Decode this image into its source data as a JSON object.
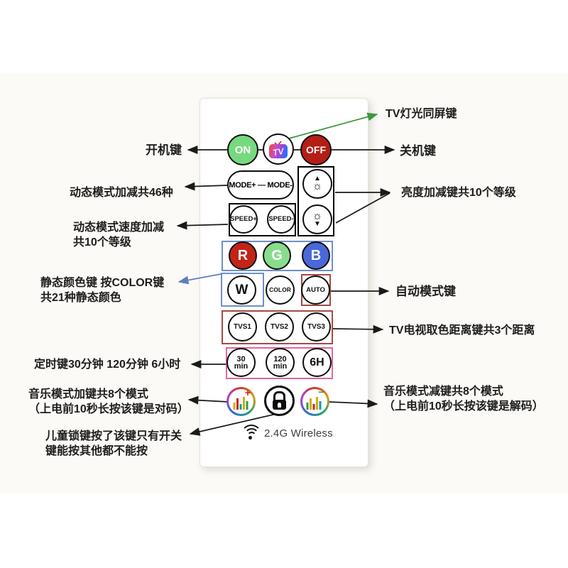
{
  "page": {
    "background": "#ffffff",
    "photo_background": "#fcfaf6"
  },
  "remote": {
    "power_row": {
      "on_label": "ON",
      "tv_label": "TV",
      "off_label": "OFF"
    },
    "mode_button_label": "MODE+ — MODE-",
    "speed_plus_label": "SPEED+",
    "speed_minus_label": "SPEED-",
    "brightness_up_icon": {
      "arrow": "▲",
      "sun": "☼"
    },
    "brightness_down_icon": {
      "arrow": "▼",
      "sun": "☼"
    },
    "color_row": {
      "r": "R",
      "g": "G",
      "b": "B"
    },
    "mode_row": {
      "w": "W",
      "color": "COLOR",
      "auto": "AUTO"
    },
    "tvs_row": {
      "tvs1": "TVS1",
      "tvs2": "TVS2",
      "tvs3": "TVS3"
    },
    "timer_row": {
      "t30_value": "30",
      "t30_unit": "min",
      "t120_value": "120",
      "t120_unit": "min",
      "t6h": "6H"
    },
    "music_plus_sign": "+",
    "music_minus_sign": "−",
    "wireless_label": "2.4G Wireless"
  },
  "annotations_left": [
    {
      "text": "开机键"
    },
    {
      "text": "动态模式加减共46种"
    },
    {
      "text": "动态模式速度加减",
      "text2": "共10个等级"
    },
    {
      "text": "静态颜色键 按COLOR键",
      "text2": "共21种静态颜色"
    },
    {
      "text": "定时键30分钟 120分钟 6小时"
    },
    {
      "text": "音乐模式加键共8个模式",
      "text2": "（上电前10秒长按该键是对码）"
    },
    {
      "text": "儿童锁键按了该键只有开关",
      "text2": "键能按其他都不能按"
    }
  ],
  "annotations_right": [
    {
      "text": "TV灯光同屏键"
    },
    {
      "text": "关机键"
    },
    {
      "text": "亮度加减键共10个等级"
    },
    {
      "text": "自动模式键"
    },
    {
      "text": "TV电视取色距离键共3个距离"
    },
    {
      "text": "音乐模式减键共8个模式",
      "text2": "（上电前10秒长按该键是解码）"
    }
  ],
  "colors": {
    "on_button": "#77d97f",
    "off_button": "#b51d15",
    "r_button": "#c32318",
    "g_button": "#88dd8c",
    "b_button": "#4a68d8",
    "group_outline_blue": "#6f8fc6",
    "group_outline_red": "#a34a42",
    "group_outline_pink": "#df67a3",
    "arrow_green": "#3a9a3a",
    "arrow_blue": "#5b7fbe",
    "arrow_black": "#1a1a1a"
  }
}
